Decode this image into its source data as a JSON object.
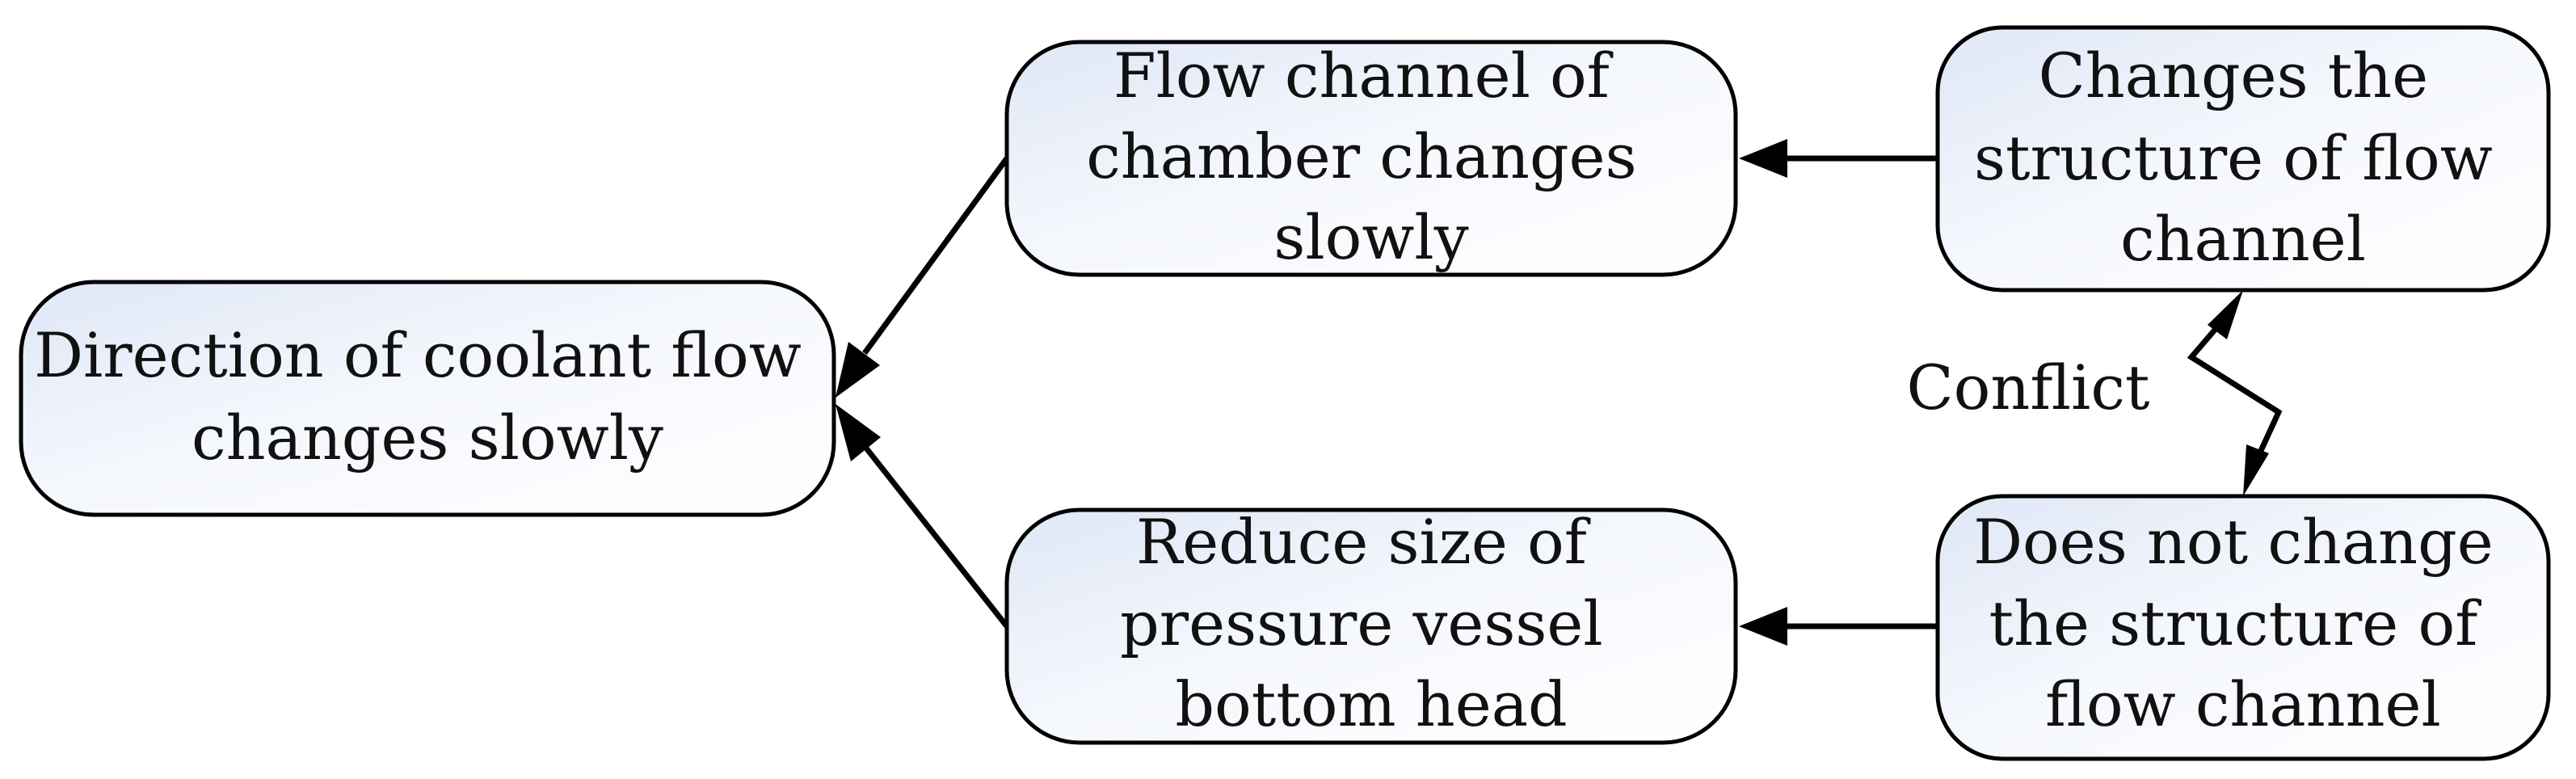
{
  "nodes": {
    "direction": {
      "lines": [
        "Direction of coolant flow",
        "changes slowly"
      ]
    },
    "flow_channel": {
      "lines": [
        "Flow channel of",
        "chamber changes",
        "slowly"
      ]
    },
    "reduce_size": {
      "lines": [
        "Reduce size of",
        "pressure vessel",
        "bottom head"
      ]
    },
    "changes_structure": {
      "lines": [
        "Changes the",
        "structure of flow",
        "channel"
      ]
    },
    "not_change": {
      "lines": [
        "Does not change",
        "the structure of",
        "flow channel"
      ]
    }
  },
  "edges": {
    "conflict_label": "Conflict"
  }
}
